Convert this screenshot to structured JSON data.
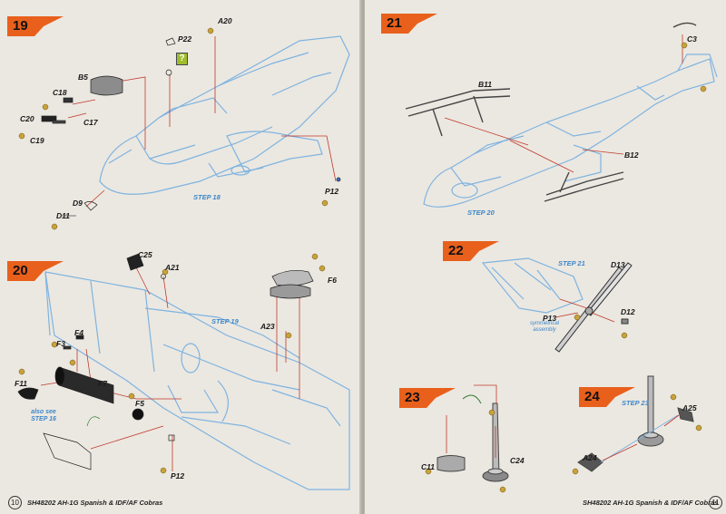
{
  "steps": [
    {
      "number": "19",
      "ref": "STEP 18",
      "labels": [
        "B5",
        "C18",
        "C20",
        "C19",
        "C17",
        "P22",
        "A20",
        "D9",
        "D11",
        "P12"
      ]
    },
    {
      "number": "20",
      "ref": "STEP 19",
      "labels": [
        "C25",
        "A21",
        "F6",
        "F4",
        "F3",
        "A23",
        "F11",
        "F7",
        "F5",
        "P12"
      ],
      "note_line1": "also see",
      "note_line2": "STEP 16"
    },
    {
      "number": "21",
      "ref": "STEP 20",
      "labels": [
        "C3",
        "B11",
        "B12"
      ]
    },
    {
      "number": "22",
      "ref": "STEP 21",
      "labels": [
        "D13",
        "D12",
        "P13"
      ],
      "note_line1": "symmetrical",
      "note_line2": "assembly"
    },
    {
      "number": "23",
      "labels": [
        "C11",
        "C24"
      ]
    },
    {
      "number": "24",
      "ref": "STEP 23",
      "labels": [
        "A25",
        "A24"
      ]
    }
  ],
  "footer": {
    "left_page_number": "10",
    "left_title": "SH48202 AH-1G Spanish & IDF/AF Cobras",
    "right_title": "SH48202 AH-1G Spanish & IDF/AF Cobras",
    "right_page_number": "11"
  },
  "question_mark": "?",
  "colors": {
    "step_flag": "#e8601c",
    "diagram_line": "#7fb3e0",
    "leader_line": "#c0392b",
    "step_ref": "#3d86c9"
  }
}
